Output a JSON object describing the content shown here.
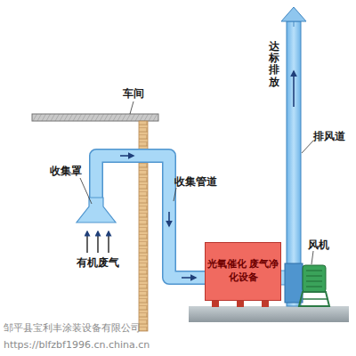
{
  "diagram": {
    "nodes": [
      {
        "text": [
          "光氧催化 废气净化设备"
        ]
      }
    ],
    "labels": [
      "车间",
      "收集罩",
      "收集管道",
      "有机废气",
      "排风道",
      "风机",
      "达标排放",
      "邹平县宝利丰涂装设备有限公司",
      "https://blfzbf1996.cn.china.cn"
    ]
  }
}
